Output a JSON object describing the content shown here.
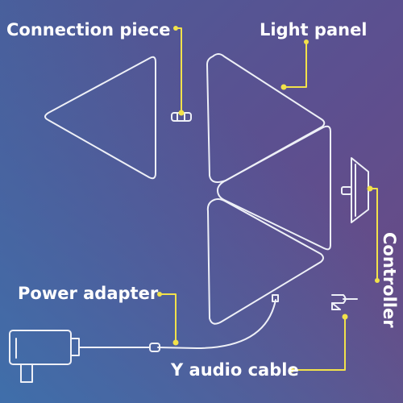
{
  "labels": {
    "connection_piece": "Connection piece",
    "light_panel": "Light panel",
    "power_adapter": "Power adapter",
    "y_audio_cable": "Y audio cable",
    "controller": "Controller"
  },
  "colors": {
    "bg_top_left": "#4a5f9c",
    "bg_right": "#6a4b86",
    "bg_bottom_left": "#3f6aa6",
    "line": "#eef0f7",
    "callout": "#f2e24a",
    "text": "#ffffff"
  }
}
